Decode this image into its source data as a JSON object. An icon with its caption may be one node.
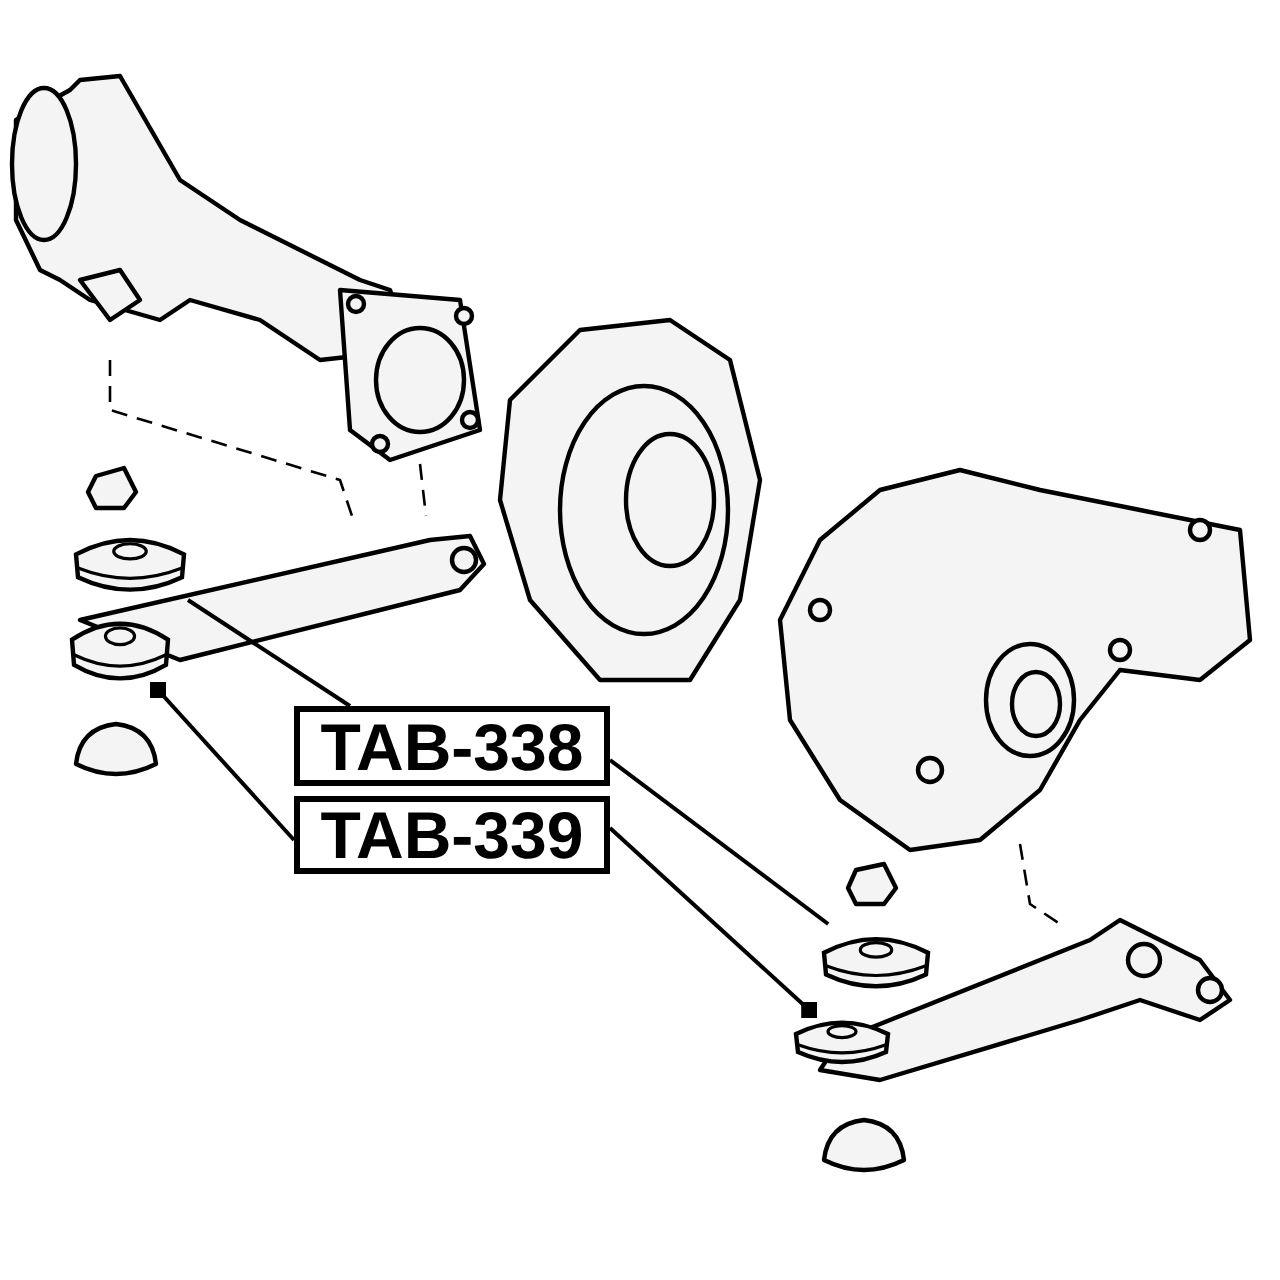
{
  "diagram": {
    "nodes": [
      {
        "text": [
          "TAB-338"
        ]
      },
      {
        "text": [
          "TAB-339"
        ]
      },
      {
        "text": [],
        "shape": "picture"
      },
      {
        "text": [],
        "shape": "picture"
      },
      {
        "text": [],
        "shape": "picture"
      },
      {
        "text": [],
        "shape": "picture"
      }
    ],
    "edges": [
      {
        "from": 0,
        "to": 2,
        "arrow": "none"
      },
      {
        "from": 0,
        "to": 3,
        "arrow": "none"
      },
      {
        "from": 1,
        "to": 4,
        "arrow": "other"
      },
      {
        "from": 1,
        "to": 5,
        "arrow": "other"
      }
    ]
  }
}
